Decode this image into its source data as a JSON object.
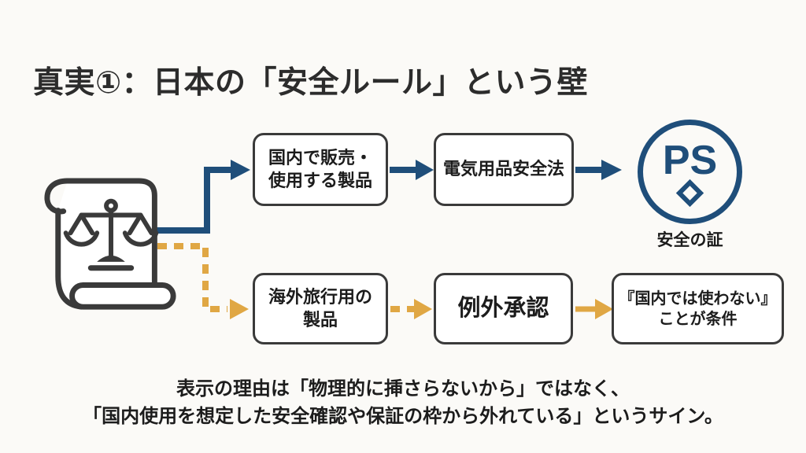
{
  "slide": {
    "title": "真実①：日本の「安全ルール」という壁",
    "flow": {
      "source": {
        "icon": "scroll-with-scales",
        "meaning": "law"
      },
      "top_path": {
        "style": "solid-navy-arrows",
        "boxes": [
          {
            "label": "国内で販売・\n使用する製品"
          },
          {
            "label": "電気用品安全法"
          }
        ],
        "result": {
          "mark_text": "PS",
          "caption": "安全の証"
        }
      },
      "bottom_path": {
        "style": "dashed-gold-arrows",
        "boxes": [
          {
            "label": "海外旅行用の\n製品"
          },
          {
            "label": "例外承認"
          },
          {
            "label": "『国内では使わない』\nことが条件"
          }
        ]
      }
    },
    "note": {
      "line1": "表示の理由は「物理的に挿さらないから」ではなく、",
      "line2": "「国内使用を想定した安全確認や保証の枠から外れている」というサイン。"
    }
  },
  "colors": {
    "navy": "#1f4e7a",
    "gold": "#e0a744",
    "ink": "#3a3a3a",
    "text": "#1c1c1c",
    "title": "#2c2c2c",
    "background": "#fbfaf7"
  }
}
